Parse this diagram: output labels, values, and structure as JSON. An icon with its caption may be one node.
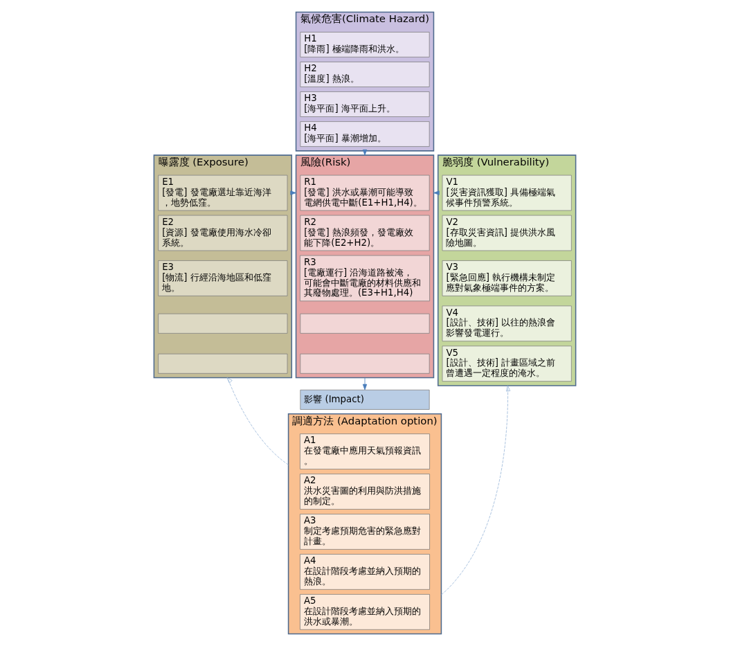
{
  "diagram": {
    "nodes": [
      {
        "text": [
          "氣候危害(Climate Hazard)"
        ]
      },
      {
        "text": [
          "H1",
          "[降雨] 極端降雨和洪水。"
        ],
        "in": 0
      },
      {
        "text": [
          "H2",
          "[溫度] 熱浪。"
        ],
        "in": 0
      },
      {
        "text": [
          "H3",
          "[海平面] 海平面上升。"
        ],
        "in": 0
      },
      {
        "text": [
          "H4",
          "[海平面] 暴潮增加。"
        ],
        "in": 0
      },
      {
        "text": [
          "曝露度 (Exposure)"
        ]
      },
      {
        "text": [
          "E1",
          "[發電] 發電廠選址靠近海洋，地勢低窪。"
        ],
        "in": 5
      },
      {
        "text": [
          "E2",
          "[資源] 發電廠使用海水冷卻系統。"
        ],
        "in": 5
      },
      {
        "text": [
          "E3",
          "[物流] 行經沿海地區和低窪地。"
        ],
        "in": 5
      },
      {
        "text": [],
        "shape": "box",
        "in": 5
      },
      {
        "text": [],
        "shape": "box",
        "in": 5
      },
      {
        "text": [
          "風險(Risk)"
        ]
      },
      {
        "text": [
          "R1",
          "[發電] 洪水或暴潮可能導致電網供電中斷(E1+H1,H4)。"
        ],
        "in": 11
      },
      {
        "text": [
          "R2",
          "[發電] 熱浪頻發，發電廠效能下降(E2+H2)。"
        ],
        "in": 11
      },
      {
        "text": [
          "R3",
          "[電廠運行] 沿海道路被淹，可能會中斷電廠的材料供應和其廢物處理。(E3+H1,H4)"
        ],
        "in": 11
      },
      {
        "text": [],
        "shape": "box",
        "in": 11
      },
      {
        "text": [],
        "shape": "box",
        "in": 11
      },
      {
        "text": [
          "脆弱度 (Vulnerability)"
        ]
      },
      {
        "text": [
          "V1",
          "[災害資訊獲取] 具備極端氣候事件預警系統。"
        ],
        "in": 17
      },
      {
        "text": [
          "V2",
          "[存取災害資訊] 提供洪水風險地圖。"
        ],
        "in": 17
      },
      {
        "text": [
          "V3",
          "[緊急回應] 執行機構未制定應對氣象極端事件的方案。"
        ],
        "in": 17
      },
      {
        "text": [
          "V4",
          "[設計、技術] 以往的熱浪會影響發電運行。"
        ],
        "in": 17
      },
      {
        "text": [
          "V5",
          "[設計、技術] 計畫區域之前曾遭遇一定程度的淹水。"
        ],
        "in": 17
      },
      {
        "text": [
          "影響 (Impact)"
        ]
      },
      {
        "text": [
          "調適方法 (Adaptation option)"
        ]
      },
      {
        "text": [
          "A1",
          "在發電廠中應用天氣預報資訊。"
        ],
        "in": 24
      },
      {
        "text": [
          "A2",
          "洪水災害圖的利用與防洪措施的制定。"
        ],
        "in": 24
      },
      {
        "text": [
          "A3",
          "制定考慮預期危害的緊急應對計畫。"
        ],
        "in": 24
      },
      {
        "text": [
          "A4",
          "在設計階段考慮並納入預期的熱浪。"
        ],
        "in": 24
      },
      {
        "text": [
          "A5",
          "在設計階段考慮並納入預期的洪水或暴潮。"
        ],
        "in": 24
      }
    ],
    "edges": [
      {
        "from": 0,
        "to": 11,
        "arrow": "to"
      },
      {
        "from": 5,
        "to": 11,
        "arrow": "to"
      },
      {
        "from": 17,
        "to": 11,
        "arrow": "to"
      },
      {
        "from": 11,
        "to": 23,
        "arrow": "to"
      },
      {
        "from": 24,
        "to": 5,
        "arrow": "to",
        "style": "dashed",
        "color": "#95b3d7"
      },
      {
        "from": 24,
        "to": 17,
        "arrow": "to",
        "style": "dashed",
        "color": "#95b3d7"
      }
    ]
  }
}
